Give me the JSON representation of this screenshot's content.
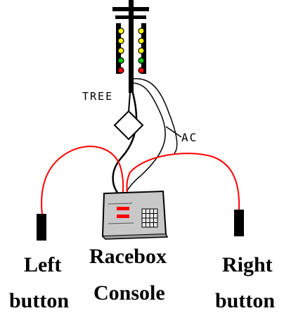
{
  "labels": {
    "tree": "TREE",
    "ac": "AC",
    "left_line1": "Left",
    "left_line2": "button",
    "center_line1": "Racebox",
    "center_line2": "Console",
    "right_line1": "Right",
    "right_line2": "button"
  },
  "colors": {
    "wire_red": "#ff0000",
    "wire_black": "#000000",
    "lamp_yellow": "#ffff00",
    "lamp_green": "#00c800",
    "lamp_red": "#ff0000",
    "console_body": "#c8c8c8",
    "console_mark": "#ff0000"
  },
  "icons": {
    "tree": "drag-race-christmas-tree-icon",
    "console": "racebox-console-icon",
    "button": "push-button-icon",
    "junction": "junction-box-icon"
  }
}
